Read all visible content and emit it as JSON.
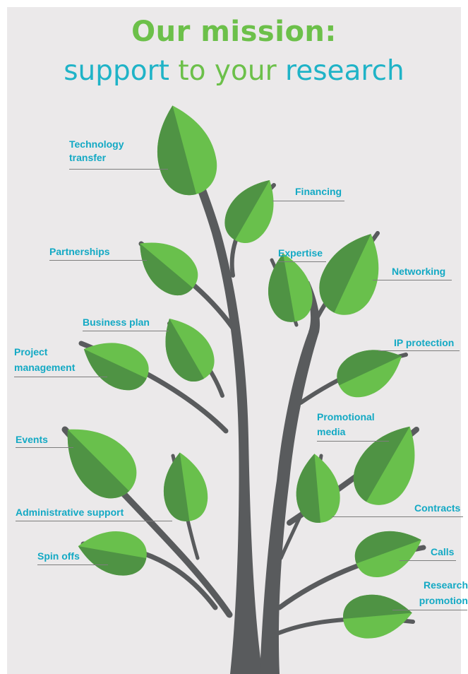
{
  "title": {
    "line1": "Our mission:",
    "line2_part1": "support",
    "line2_part2": "to your",
    "line2_part3": "research"
  },
  "labels": {
    "technology_transfer_1": "Technology",
    "technology_transfer_2": "transfer",
    "financing": "Financing",
    "partnerships": "Partnerships",
    "expertise": "Expertise",
    "networking": "Networking",
    "business_plan": "Business plan",
    "project_management_1": "Project",
    "project_management_2": "management",
    "ip_protection": "IP protection",
    "promotional_media_1": "Promotional",
    "promotional_media_2": "media",
    "events": "Events",
    "administrative_support": "Administrative support",
    "contracts": "Contracts",
    "spin_offs": "Spin offs",
    "calls": "Calls",
    "research_promotion_1": "Research",
    "research_promotion_2": "promotion"
  },
  "colors": {
    "background": "#ebe9ea",
    "trunk": "#595b5d",
    "leaf_dark": "#4f9344",
    "leaf_light": "#69c04c",
    "label": "#13a9c4",
    "title_green": "#6cc04a",
    "title_teal": "#1fb3c7"
  }
}
